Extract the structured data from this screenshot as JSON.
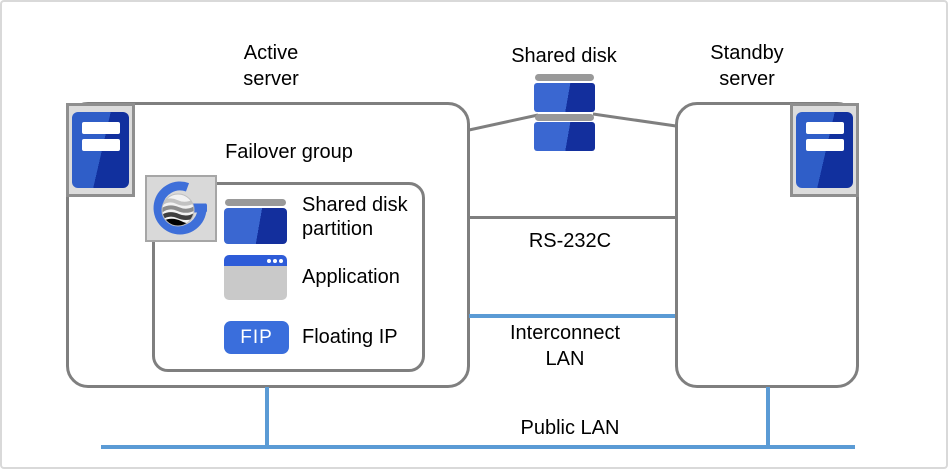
{
  "nodes": {
    "active_server": {
      "label": "Active\nserver"
    },
    "standby_server": {
      "label": "Standby\nserver"
    },
    "shared_disk": {
      "label": "Shared disk"
    },
    "failover_group": {
      "label": "Failover group",
      "items": [
        {
          "label": "Shared disk\npartition"
        },
        {
          "label": "Application"
        },
        {
          "label": "Floating IP",
          "badge": "FIP"
        }
      ]
    }
  },
  "connections": {
    "rs232c": {
      "label": "RS-232C"
    },
    "interconnect_lan": {
      "label": "Interconnect\nLAN"
    },
    "public_lan": {
      "label": "Public LAN"
    }
  },
  "colors": {
    "line_gray": "#7F7F7F",
    "lan_blue": "#5B9BD5",
    "server_blue_light": "#2F5EC8",
    "server_blue_dark": "#11309E",
    "accent_blue": "#3A6EDC",
    "app_titlebar_blue": "#2E5CD8",
    "panel_gray": "#D9D9D9",
    "icon_bar_gray": "#999999"
  }
}
